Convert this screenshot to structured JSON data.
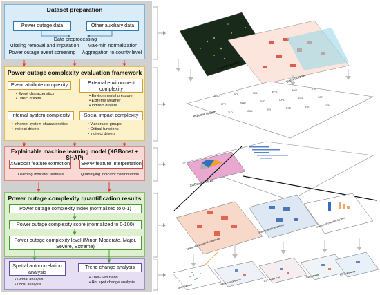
{
  "dataset": {
    "title": "Dataset preparation",
    "box1": "Power outage data",
    "box2": "Other auxiliary data",
    "steps": [
      "Data preprocessing",
      "Missing removal and imputation",
      "Max-min normalization",
      "Power outage event screening",
      "Aggregation to county level"
    ]
  },
  "framework": {
    "title": "Power outage complexity evaluation framework",
    "event": {
      "label": "Event attribute complexity",
      "bullets": [
        "Event characteristics",
        "Direct drivers"
      ]
    },
    "external": {
      "label": "External environment complexity",
      "bullets": [
        "Environmental pressure",
        "Extreme weather",
        "Indirect drivers"
      ]
    },
    "internal": {
      "label": "Internal system complexity",
      "bullets": [
        "Inherent system characteristics",
        "Indirect drivers"
      ]
    },
    "social": {
      "label": "Social impact complexity",
      "bullets": [
        "Vulnerable groups",
        "Critical functions",
        "Indirect drivers"
      ]
    }
  },
  "ml": {
    "title": "Explainable machine learning model (XGBoost + SHAP)",
    "box1": "XGBoost feature extraction",
    "box2": "SHAP feature interpretation",
    "cap1": "Learning indicator features",
    "cap2": "Quantifying indicator contributions"
  },
  "results": {
    "title": "Power outage complexity quantification results",
    "index": "Power outage complexity index (normalized to 0-1)",
    "score": "Power outage complexity score (normalized to 0-100)",
    "level_line1": "Power outage complexity level (Minor, Moderate, Major,",
    "level_line2": "Severe, Extreme)"
  },
  "analysis": {
    "spatial": {
      "label_line1": "Spatial autocorrelation",
      "label_line2": "analysis",
      "bullets": [
        "Global analysis",
        "Local analysis"
      ]
    },
    "trend": {
      "label": "Trend change analysis",
      "bullets": [
        "Theil-Sen trend",
        "Hot spot change analysis"
      ]
    }
  },
  "right_labels": {
    "events_frequency": "Event Frequency",
    "events_duration": "Event Duration",
    "indicator_system": "Indicator System",
    "xgb_shap": "XGBoost + SHAP",
    "map1": "Spatial distribution of complexity",
    "map2": "County level complexity",
    "map3": "Number of counties by level",
    "map4": "Global Moran's I",
    "map5": "Spatial autocorrelation",
    "map6": "LISA cluster map",
    "map7": "Trend change",
    "map8": "Hot spot change"
  },
  "indicator_codes": [
    "ECD",
    "PIO",
    "MIS",
    "EPD",
    "WNS",
    "TPR",
    "PPE",
    "NAD",
    "SHD",
    "CPS",
    "EVD",
    "SCF",
    "TLD",
    "CAD",
    "SVI",
    "PSE",
    "HVT",
    "DEN"
  ],
  "colors": {
    "dataset_bg": "#d9ecf7",
    "dataset_border": "#7fb5d8",
    "framework_bg": "#fdf1c9",
    "framework_border": "#e0c060",
    "ml_bg": "#f9d9d6",
    "ml_border": "#e08a80",
    "results_bg": "#dff0d0",
    "results_border": "#88c070",
    "analysis_bg": "#e6def2",
    "analysis_border": "#a090c8",
    "arrow": "#e04030",
    "arrow_gray": "#999999"
  }
}
